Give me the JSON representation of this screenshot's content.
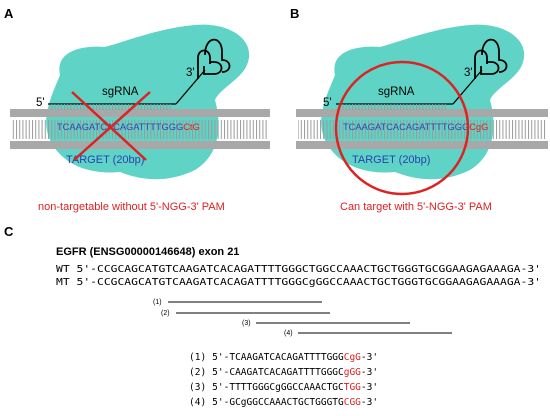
{
  "panels": {
    "a": {
      "letter": "A",
      "three_prime": "3'",
      "five_prime": "5'",
      "sgrna_label": "sgRNA",
      "seq_blue": "TCAAGATCACAGATTTTGGG",
      "seq_red": "CtG",
      "target_label": "TARGET (20bp)",
      "caption": "non-targetable without 5'-NGG-3' PAM"
    },
    "b": {
      "letter": "B",
      "three_prime": "3'",
      "five_prime": "5'",
      "sgrna_label": "sgRNA",
      "seq_blue": "TCAAGATCACAGATTTTGGG",
      "seq_red": "CgG",
      "target_label": "TARGET (20bp)",
      "caption": "Can target with 5'-NGG-3' PAM"
    },
    "c": {
      "letter": "C",
      "gene_title": "EGFR (ENSG00000146648) exon 21",
      "wt_line": "WT 5'-CCGCAGCATGTCAAGATCACAGATTTTGGGCTGGCCAAACTGCTGGGTGCGGAAGAGAAAGA-3'",
      "mt_line": "MT 5'-CCGCAGCATGTCAAGATCACAGATTTTGGGCgGGCCAAACTGCTGGGTGCGGAAGAGAAAGA-3'",
      "track_labels": [
        "(1)",
        "(2)",
        "(3)",
        "(4)"
      ],
      "guides": [
        {
          "num": "(1)",
          "prefix": "5'-",
          "seq": "TCAAGATCACAGATTTTGGG",
          "pam": "CgG",
          "suffix": "-3'"
        },
        {
          "num": "(2)",
          "prefix": "5'-",
          "seq": "CAAGATCACAGATTTTGGGC",
          "pam": "gGG",
          "suffix": "-3'"
        },
        {
          "num": "(3)",
          "prefix": "5'-",
          "seq": "TTTTGGGCgGGCCAAACTGC",
          "pam": "TGG",
          "suffix": "-3'"
        },
        {
          "num": "(4)",
          "prefix": "5'-",
          "seq": "GCgGGCCAAACTGCTGGGTG",
          "pam": "CGG",
          "suffix": "-3'"
        }
      ]
    }
  },
  "colors": {
    "cas9": "#5fd3c6",
    "dna": "#a8a8a8",
    "blue_text": "#3344b0",
    "red": "#dd2222"
  }
}
